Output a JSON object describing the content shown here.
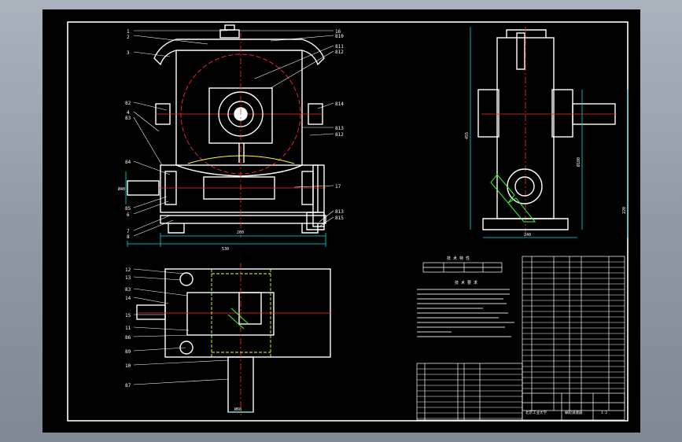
{
  "drawing": {
    "colors": {
      "background": "#000000",
      "outline": "#ffffff",
      "centerline": "#ff2a2a",
      "dimension": "#00e0e0",
      "hidden": "#ffff33",
      "hatch": "#33ff33",
      "border": "#ffffff"
    },
    "front_view": {
      "balloons_left": [
        "3",
        "82",
        "4",
        "83",
        "84",
        "85",
        "6",
        "7",
        "8"
      ],
      "balloons_top_left": [
        "1",
        "2"
      ],
      "balloons_right": [
        "16",
        "810",
        "811",
        "812",
        "814",
        "813",
        "812",
        "17",
        "813",
        "815"
      ],
      "dim_left": "Ø40",
      "dim_bottom_inner": "260",
      "dim_bottom_outer": "530"
    },
    "side_view": {
      "dim_height": "455",
      "dim_axis": "Ø180",
      "dim_base": "220",
      "dim_bottom": "240"
    },
    "plan_view": {
      "balloons_left": [
        "12",
        "13",
        "83",
        "14",
        "15",
        "11",
        "86",
        "89",
        "10",
        "87"
      ],
      "dim_bottom": "Ø60"
    },
    "tech_table": {
      "title": "技 术 特 性"
    },
    "tech_requirements": {
      "title": "技 术 要 求"
    },
    "title_block": {
      "school": "北京工业大学",
      "drawing_name": "蜗轮减速器",
      "sheet": "1:2"
    }
  }
}
